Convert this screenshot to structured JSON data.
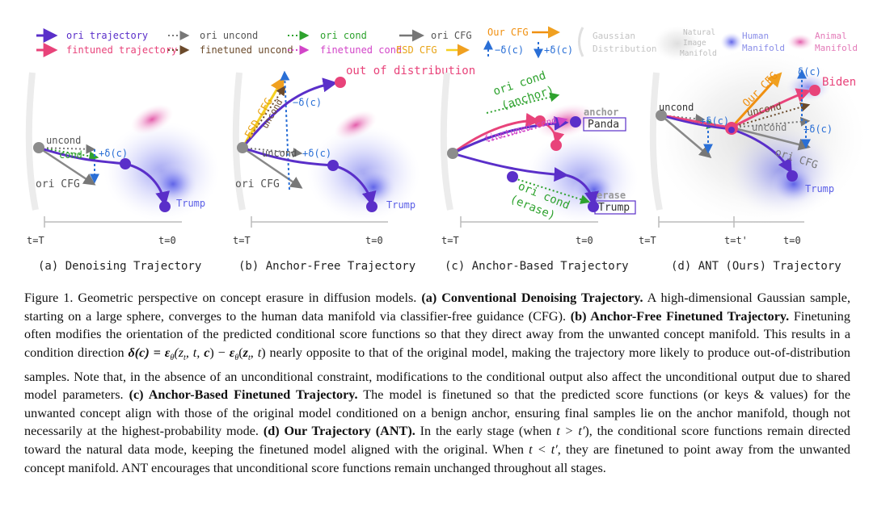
{
  "legend": {
    "ori_trajectory": "ori trajectory",
    "finetuned_trajectory": "fintuned trajectory",
    "ori_uncond": "ori uncond",
    "finetuned_uncond": "finetuned uncond",
    "ori_cond": "ori cond",
    "finetuned_cond": "finetuned cond",
    "ori_cfg": "ori CFG",
    "esd_cfg": "ESD CFG",
    "our_cfg": "Our CFG",
    "minus_delta": "−δ(c)",
    "plus_delta": "+δ(c)",
    "gaussian_1": "Gaussian",
    "gaussian_2": "Distribution",
    "natural_1": "Natural",
    "natural_2": "Image",
    "natural_3": "Manifold",
    "human_1": "Human",
    "human_2": "Manifold",
    "animal_1": "Animal",
    "animal_2": "Manifold"
  },
  "panels": {
    "a": {
      "caption": "(a) Denoising Trajectory",
      "uncond": "uncond",
      "cond": "cond",
      "delta": "+δ(c)",
      "ori_cfg": "ori CFG",
      "target": "Trump",
      "t_start": "t=T",
      "t_end": "t=0"
    },
    "b": {
      "caption": "(b) Anchor-Free Trajectory",
      "ood": "out of distribution",
      "esd_cfg": "ESD CFG",
      "minus_delta": "−δ(c)",
      "uncond_1": "uncond",
      "uncond_2": "uncond",
      "delta": "+δ(c)",
      "ori_cfg": "ori CFG",
      "target": "Trump",
      "t_start": "t=T",
      "t_end": "t=0"
    },
    "c": {
      "caption": "(c) Anchor-Based Trajectory",
      "ori_cond_1": "ori cond",
      "ori_cond_2": "(anchor)",
      "anchor": "anchor",
      "panda": "Panda",
      "finetuned_cond": "finetuned cond",
      "erase_1": "ori cond",
      "erase_2": "(erase)",
      "erase": "erase",
      "trump": "Trump",
      "t_start": "t=T",
      "t_end": "t=0"
    },
    "d": {
      "caption": "(d) ANT (Ours) Trajectory",
      "uncond": "uncond",
      "delta_plus": "+δ(c)",
      "our_cfg": "Our CFG",
      "delta_top": "δ(c)",
      "biden": "Biden",
      "uncond_2": "uncond",
      "uncond_3": "uncond",
      "delta_right": "+δ(c)",
      "ori_cfg": "ori CFG",
      "trump": "Trump",
      "t_start": "t=T",
      "t_mid": "t=t'",
      "t_end": "t=0"
    }
  },
  "caption": {
    "lead": "Figure 1. Geometric perspective on concept erasure in diffusion models. ",
    "a_title": "(a) Conventional Denoising Trajectory.",
    "a_text": " A high-dimensional Gaussian sample, starting on a large sphere, converges to the human data manifold via classifier-free guidance (CFG). ",
    "b_title": "(b) Anchor-Free Finetuned Trajectory.",
    "b_text1": " Finetuning often modifies the orientation of the predicted conditional score functions so that they direct away from the unwanted concept manifold. This results in a condition direction ",
    "formula": "δ(c) = ε",
    "formula_rest": "(z",
    "b_text2": " nearly opposite to that of the original model, making the trajectory more likely to produce out-of-distribution samples. Note that, in the absence of an unconditional constraint, modifications to the conditional output also affect the unconditional output due to shared model parameters. ",
    "c_title": "(c) Anchor-Based Finetuned Trajectory.",
    "c_text": " The model is finetuned so that the predicted score functions (or keys & values) for the unwanted concept align with those of the original model conditioned on a benign anchor, ensuring final samples lie on the anchor manifold, though not necessarily at the highest-probability mode. ",
    "d_title": "(d) Our Trajectory (ANT).",
    "d_text1": " In the early stage (when ",
    "d_cond1": "t > t′",
    "d_text2": "), the conditional score functions remain directed toward the natural data mode, keeping the finetuned model aligned with the original. When ",
    "d_cond2": "t < t′",
    "d_text3": ", they are finetuned to point away from the unwanted concept manifold. ANT encourages that unconditional score functions remain unchanged throughout all stages."
  }
}
